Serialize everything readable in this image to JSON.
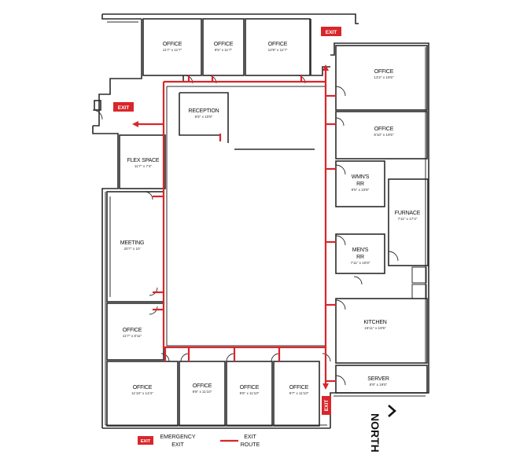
{
  "rooms": [
    {
      "id": "office-top-1",
      "name": "OFFICE",
      "dims": "11'7\" x 11'7\""
    },
    {
      "id": "office-top-2",
      "name": "OFFICE",
      "dims": "8'5\" x 11'7\""
    },
    {
      "id": "office-top-3",
      "name": "OFFICE",
      "dims": "12'8\" x 11'7\""
    },
    {
      "id": "office-east-1",
      "name": "OFFICE",
      "dims": "13'2\" x 19'5\""
    },
    {
      "id": "office-east-2",
      "name": "OFFICE",
      "dims": "9'10\" x 19'5\""
    },
    {
      "id": "reception",
      "name": "RECEPTION",
      "dims": "8'5\" x 10'8\""
    },
    {
      "id": "flex-space",
      "name": "FLEX SPACE",
      "dims": "11'7\" x 7'4\""
    },
    {
      "id": "wmns-rr",
      "name": "WMN'S",
      "name2": "RR",
      "dims": "9'5\" x 10'8\""
    },
    {
      "id": "furnace",
      "name": "FURNACE",
      "dims": "7'11\" x 17'4\""
    },
    {
      "id": "meeting",
      "name": "MEETING",
      "dims": "20'7\" x 10'"
    },
    {
      "id": "mens-rr",
      "name": "MEN'S",
      "name2": "RR",
      "dims": "7'11\" x 10'8\""
    },
    {
      "id": "office-west",
      "name": "OFFICE",
      "dims": "11'7\" x 8'11\""
    },
    {
      "id": "kitchen",
      "name": "KITCHEN",
      "dims": "15'11\" x 19'5\""
    },
    {
      "id": "server",
      "name": "SERVER",
      "dims": "8'9\" x 19'5\""
    },
    {
      "id": "office-bottom-1",
      "name": "OFFICE",
      "dims": "11'10\" x 14'4\""
    },
    {
      "id": "office-bottom-2",
      "name": "OFFICE",
      "dims": "9'8\" x 11'10\""
    },
    {
      "id": "office-bottom-3",
      "name": "OFFICE",
      "dims": "9'6\" x 11'10\""
    },
    {
      "id": "office-bottom-4",
      "name": "OFFICE",
      "dims": "9'7\" x 11'10\""
    }
  ],
  "exits": {
    "label": "EXIT"
  },
  "legend": {
    "emergency_exit_label_1": "EMERGENCY",
    "emergency_exit_label_2": "EXIT",
    "exit_route_label_1": "EXIT",
    "exit_route_label_2": "ROUTE",
    "exit_badge": "EXIT"
  },
  "compass": {
    "label": "NORTH",
    "arrow": ">"
  },
  "colors": {
    "route": "#d9262b",
    "wall": "#2b2b2b"
  }
}
